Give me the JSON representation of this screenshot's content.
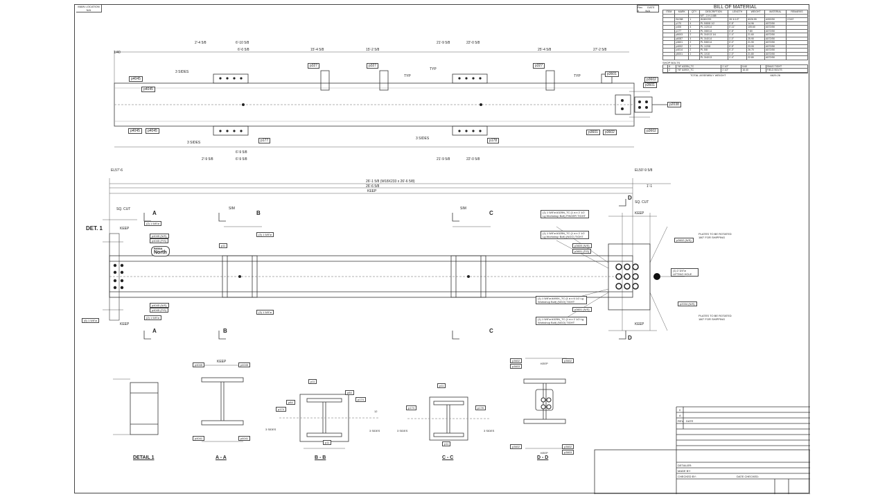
{
  "header": {
    "main_location_label": "MAIN LOCATION",
    "main_location_value": "N/A",
    "rev_label": "Rev",
    "rev_value": "0",
    "date_label": "DATE",
    "date_value": "N/A"
  },
  "bom": {
    "title": "BILL OF MATERIAL",
    "columns": [
      "ITEM",
      "MARK",
      "QTY",
      "DESCRIPTION",
      "LENGTH",
      "WEIGHT",
      "MATERIAL",
      "REMARKS"
    ],
    "rows": [
      [
        "",
        "",
        "",
        "MT - 2-H-1488",
        "",
        "",
        "",
        ""
      ],
      [
        "",
        "B1058",
        "1",
        "W18X233",
        "26'-6 1/2\"",
        "6026.55",
        "A992/50",
        "COAT"
      ],
      [
        "",
        "p170",
        "4",
        "PL 5/8X8 1/2",
        "0'-8\"",
        "14.96",
        "A572/50",
        ""
      ],
      [
        "",
        "p406",
        "4",
        "PL 1/2X14",
        "0'-11\"",
        "105.60",
        "A572/50",
        ""
      ],
      [
        "",
        "p177",
        "4",
        "PL 3/8X14",
        "0'-8\"",
        "7.80",
        "A572/50",
        ""
      ],
      [
        "",
        "p5003",
        "2",
        "PL 3/4X13 1/4",
        "1'-4\"",
        "21.60",
        "A572/50",
        ""
      ],
      [
        "",
        "p6087",
        "4",
        "PL 3/4X14",
        "1'-0\"",
        "25.90",
        "A572/50",
        ""
      ],
      [
        "",
        "p3601",
        "2",
        "PL 5/8X14",
        "0'-0\"",
        "21.90",
        "A572/50",
        ""
      ],
      [
        "",
        "p4002",
        "2",
        "PL 1/2X8",
        "0'-5\"",
        "23.00",
        "A572/50",
        ""
      ],
      [
        "",
        "p4014",
        "2",
        "PL 5/8",
        "0'-3\"",
        "26.70",
        "A572/50",
        ""
      ],
      [
        "",
        "p5001",
        "1",
        "PL 1X10",
        "1'-0\"",
        "21.80",
        "A572/50",
        ""
      ],
      [
        "",
        "",
        "",
        "PL 3/4X13",
        "1'-4\"",
        "22.80",
        "A572/50",
        ""
      ]
    ],
    "shop_bolts_label": "SHOP BOLTS",
    "bolt_rows": [
      [
        "",
        "8",
        "7/8\" A325N_TC",
        "2 1/2\"",
        "5.60",
        "",
        "SNUG TIGHT"
      ],
      [
        "",
        "2",
        "7/8\" A490X_TC",
        "2 1/2\"",
        "16.40",
        "",
        "FIELD BOLTS"
      ]
    ],
    "total_label": "TOTAL ASSEMBLY WEIGHT",
    "total_value": "6629.26"
  },
  "top_view": {
    "dims": [
      "2'-4 5/8",
      "6'-10 5/8",
      "6'-0 5/8",
      "15'-4 5/8",
      "15'-2 5/8",
      "21'-9 5/8",
      "22'-0 5/8",
      "25'-4 5/8",
      "27'-2 5/8",
      "2'-9 5/8",
      "6'-9 5/8",
      "6'-9 5/8",
      "21'-9 5/8",
      "22'-0 5/8"
    ],
    "labels": [
      "3 SIDES",
      "3 SIDES",
      "3 SIDES",
      "TYP",
      "TYP",
      "TYP",
      "p4045",
      "p4045",
      "p4045",
      "p4045",
      "p327",
      "p327",
      "p327",
      "p177",
      "p178",
      "p3601",
      "p3602",
      "p3601",
      "p3602",
      "p3601",
      "p3602",
      "p2038"
    ],
    "left_dim": "1/40"
  },
  "elevation": {
    "overall_dims": [
      "26'-1 5/8 (W18X233 x 26'-6 5/8)",
      "26'-6 5/8",
      "KEEP",
      "EL57'-6",
      "EL50'-9 5/8",
      "1'-1"
    ],
    "det_label": "DET. 1",
    "sq_cut": "SQ. CUT",
    "sq_cut_right": "SQ. CUT",
    "north_tag": "North",
    "north_sub": "B058A",
    "section_marks": [
      "A",
      "A",
      "B",
      "B",
      "C",
      "C",
      "D",
      "D"
    ],
    "sim_labels": [
      "SIM",
      "SIM"
    ],
    "keep_labels": [
      "KEEP",
      "KEEP",
      "KEEP",
      "KEEP"
    ],
    "callouts_right": [
      "(1) 1 5/8\"ø A325N_TC (1 a x 2 1/2 Lg Workshop Bolt) FINGER TIGHT",
      "(1) 1 5/8\"ø A325N_TC (1 a x 2 1/2 Lg Workshop Bolt) (NGO) TIGHT",
      "(1) 1 5/8\"ø A490X_TC (1 a x 6 1/2 Lg Workshop Bolt) (NGO) TIGHT",
      "(1) 1 5/8\"ø A325N_TC (1 a x 2 1/2 Lg Workshop Bolt) (NGO) TIGHT",
      "PLATES TO BE ROTATED 180° FOR SHIPPING",
      "PLATES TO BE ROTATED 180° FOR SHIPPING",
      "(1) 2 3/4\"ø LIFTING HOLE",
      "p3600 (N/S)",
      "p3601 (F/S)",
      "p3601 (N/S)",
      "p3602 (N/S)",
      "p2034 (N/S)"
    ],
    "callouts_left": [
      "(2) 1 5/8\"ø",
      "p4045 (N/S)",
      "p4045 (F/S)",
      "p4045 (N/S)",
      "p4045 (F/S)",
      "(2) 1 5/8\"ø",
      "(6) 1 5/8\"ø",
      "(3) 1 5/8\"ø",
      "(3) 1 5/8\"ø",
      "p11"
    ]
  },
  "sections": [
    {
      "title": "DETAIL 1"
    },
    {
      "title": "A - A",
      "keep": "KEEP",
      "labels": [
        "p4045",
        "p4045",
        "p4041",
        "p4041"
      ]
    },
    {
      "title": "B - B",
      "labels": [
        "p11",
        "p11",
        "p84",
        "p84",
        "p174",
        "p174",
        "3 SIDES",
        "3 SIDES",
        "12"
      ]
    },
    {
      "title": "C - C",
      "labels": [
        "p11",
        "p11",
        "p174",
        "p178",
        "3 SIDES",
        "3 SIDES"
      ]
    },
    {
      "title": "D - D",
      "labels": [
        "p3602",
        "p3602",
        "p3602",
        "p3602",
        "p3603",
        "p3603",
        "KEEP",
        "KEEP"
      ]
    }
  ],
  "title_block": {
    "rev_rows": [
      "0",
      "A"
    ],
    "rev_label": "REV.",
    "date_label": "DATE",
    "detailer_label": "DETAILER:",
    "made_by_label": "MADE BY:",
    "checked_by_label": "CHECKED BY:",
    "date_checked_label": "DATE CHECKED:"
  },
  "colors": {
    "line": "#333333",
    "hidden": "#999999",
    "paper": "#ffffff"
  }
}
